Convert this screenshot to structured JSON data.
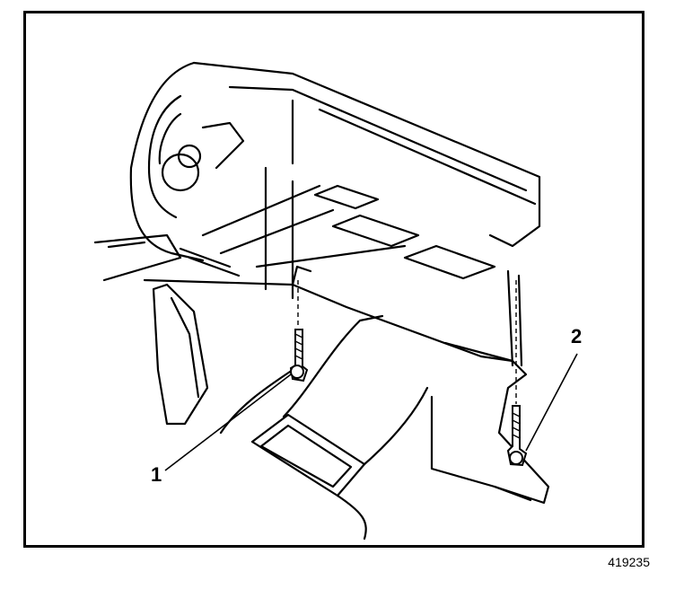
{
  "figure": {
    "callouts": [
      {
        "id": "1",
        "text": "1"
      },
      {
        "id": "2",
        "text": "2"
      }
    ],
    "figure_number": "419235",
    "colors": {
      "line": "#000000",
      "background": "#ffffff"
    }
  }
}
